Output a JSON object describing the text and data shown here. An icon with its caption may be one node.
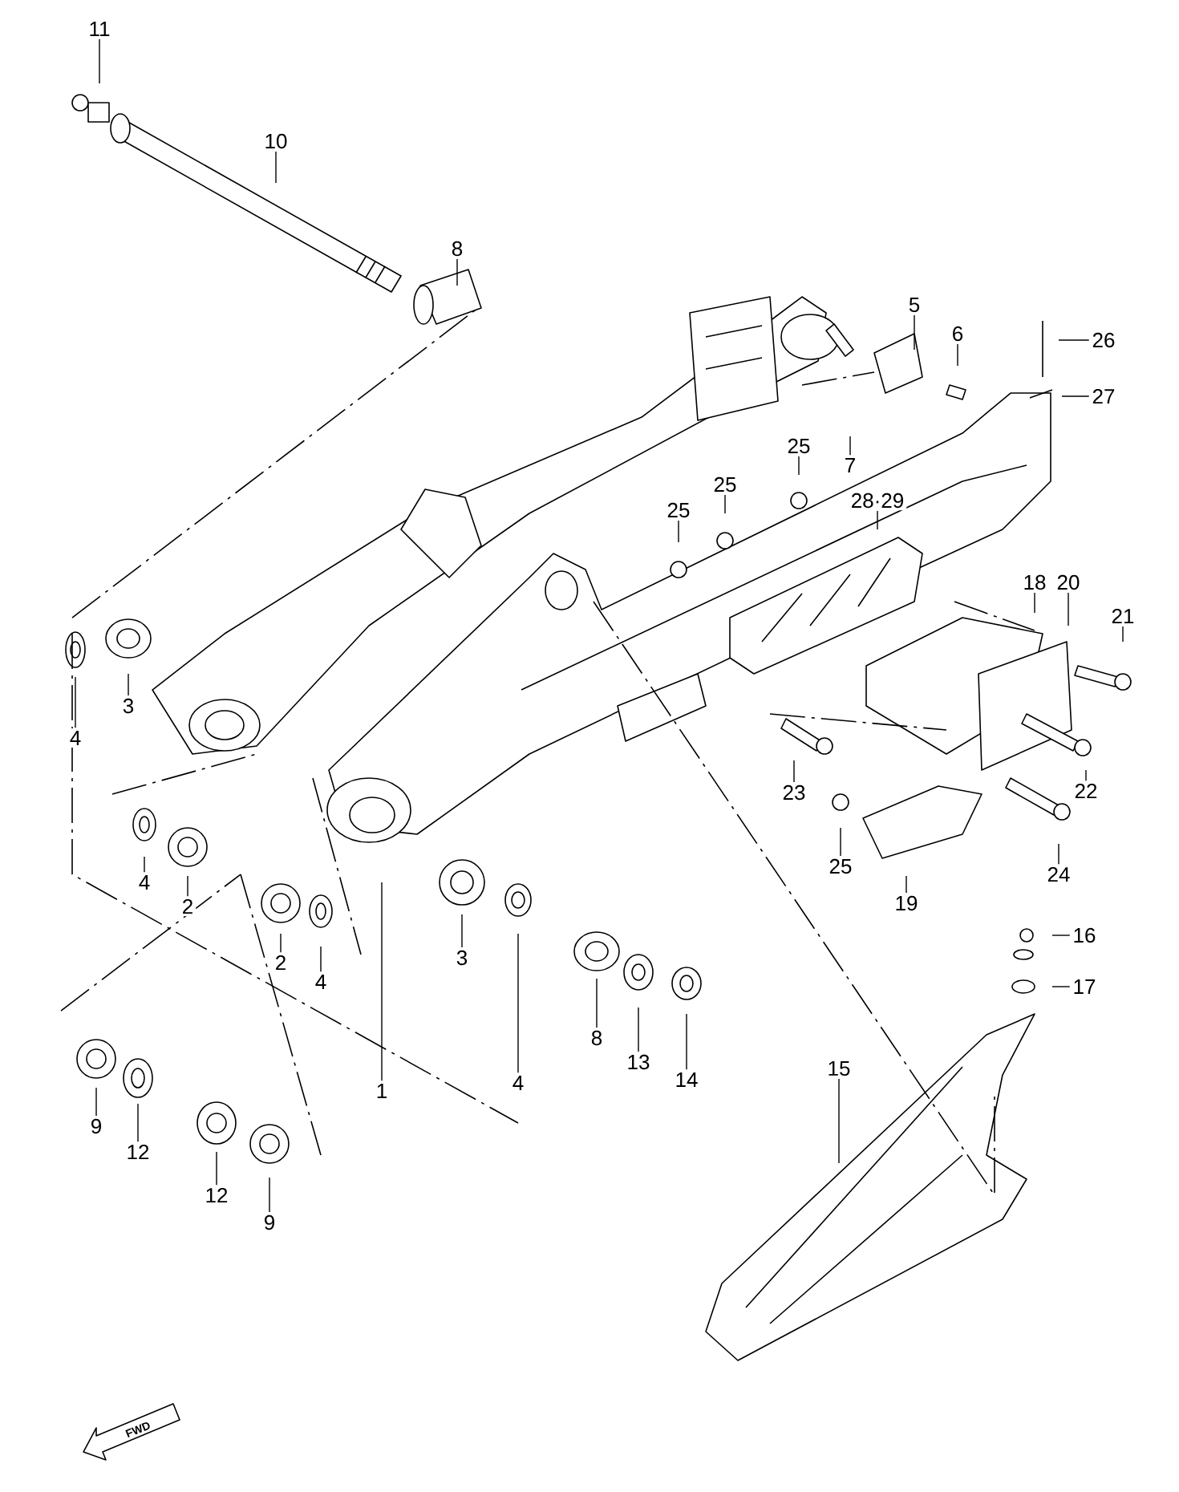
{
  "diagram": {
    "nodes": [
      {
        "text": [
          "11"
        ]
      },
      {
        "text": [
          "10"
        ]
      },
      {
        "text": [
          "8"
        ]
      },
      {
        "text": [
          "5"
        ]
      },
      {
        "text": [
          "6"
        ]
      },
      {
        "text": [
          "26"
        ]
      },
      {
        "text": [
          "27"
        ]
      },
      {
        "text": [
          "25"
        ]
      },
      {
        "text": [
          "7"
        ]
      },
      {
        "text": [
          "25"
        ]
      },
      {
        "text": [
          "28·29"
        ]
      },
      {
        "text": [
          "25"
        ]
      },
      {
        "text": [
          "18"
        ]
      },
      {
        "text": [
          "20"
        ]
      },
      {
        "text": [
          "21"
        ]
      },
      {
        "text": [
          "3"
        ]
      },
      {
        "text": [
          "4"
        ]
      },
      {
        "text": [
          "23"
        ]
      },
      {
        "text": [
          "22"
        ]
      },
      {
        "text": [
          "25"
        ]
      },
      {
        "text": [
          "24"
        ]
      },
      {
        "text": [
          "4"
        ]
      },
      {
        "text": [
          "2"
        ]
      },
      {
        "text": [
          "19"
        ]
      },
      {
        "text": [
          "16"
        ]
      },
      {
        "text": [
          "2"
        ]
      },
      {
        "text": [
          "3"
        ]
      },
      {
        "text": [
          "4"
        ]
      },
      {
        "text": [
          "17"
        ]
      },
      {
        "text": [
          "8"
        ]
      },
      {
        "text": [
          "13"
        ]
      },
      {
        "text": [
          "15"
        ]
      },
      {
        "text": [
          "14"
        ]
      },
      {
        "text": [
          "1"
        ]
      },
      {
        "text": [
          "4"
        ]
      },
      {
        "text": [
          "9"
        ]
      },
      {
        "text": [
          "12"
        ]
      },
      {
        "text": [
          "12"
        ]
      },
      {
        "text": [
          "9"
        ]
      }
    ],
    "edges": [
      {
        "from": 0,
        "to": null,
        "arrow": "none"
      },
      {
        "from": 1,
        "to": null,
        "arrow": "none"
      },
      {
        "from": 2,
        "to": null,
        "arrow": "none"
      },
      {
        "from": 3,
        "to": null,
        "arrow": "none"
      },
      {
        "from": 4,
        "to": null,
        "arrow": "none"
      },
      {
        "from": 5,
        "to": null,
        "arrow": "none"
      },
      {
        "from": 6,
        "to": null,
        "arrow": "none"
      },
      {
        "from": 7,
        "to": null,
        "arrow": "none"
      },
      {
        "from": 8,
        "to": null,
        "arrow": "none"
      },
      {
        "from": 9,
        "to": null,
        "arrow": "none"
      },
      {
        "from": 10,
        "to": null,
        "arrow": "none"
      },
      {
        "from": 11,
        "to": null,
        "arrow": "none"
      },
      {
        "from": 12,
        "to": null,
        "arrow": "none"
      },
      {
        "from": 13,
        "to": null,
        "arrow": "none"
      },
      {
        "from": 14,
        "to": null,
        "arrow": "none"
      },
      {
        "from": 15,
        "to": null,
        "arrow": "none"
      },
      {
        "from": 16,
        "to": null,
        "arrow": "none"
      },
      {
        "from": 17,
        "to": null,
        "arrow": "none"
      },
      {
        "from": 18,
        "to": null,
        "arrow": "none"
      },
      {
        "from": 19,
        "to": null,
        "arrow": "none"
      },
      {
        "from": 20,
        "to": null,
        "arrow": "none"
      },
      {
        "from": 21,
        "to": null,
        "arrow": "none"
      },
      {
        "from": 22,
        "to": null,
        "arrow": "none"
      },
      {
        "from": 23,
        "to": null,
        "arrow": "none"
      },
      {
        "from": 24,
        "to": null,
        "arrow": "none"
      },
      {
        "from": 25,
        "to": null,
        "arrow": "none"
      },
      {
        "from": 26,
        "to": null,
        "arrow": "none"
      },
      {
        "from": 27,
        "to": null,
        "arrow": "none"
      },
      {
        "from": 28,
        "to": null,
        "arrow": "none"
      },
      {
        "from": 29,
        "to": null,
        "arrow": "none"
      },
      {
        "from": 30,
        "to": null,
        "arrow": "none"
      },
      {
        "from": 31,
        "to": null,
        "arrow": "none"
      },
      {
        "from": 32,
        "to": null,
        "arrow": "none"
      },
      {
        "from": 33,
        "to": null,
        "arrow": "none"
      },
      {
        "from": 34,
        "to": null,
        "arrow": "none"
      },
      {
        "from": 35,
        "to": null,
        "arrow": "none"
      },
      {
        "from": 36,
        "to": null,
        "arrow": "none"
      },
      {
        "from": 37,
        "to": null,
        "arrow": "none"
      },
      {
        "from": 38,
        "to": null,
        "arrow": "none"
      }
    ],
    "labels": [
      "FWD"
    ]
  }
}
